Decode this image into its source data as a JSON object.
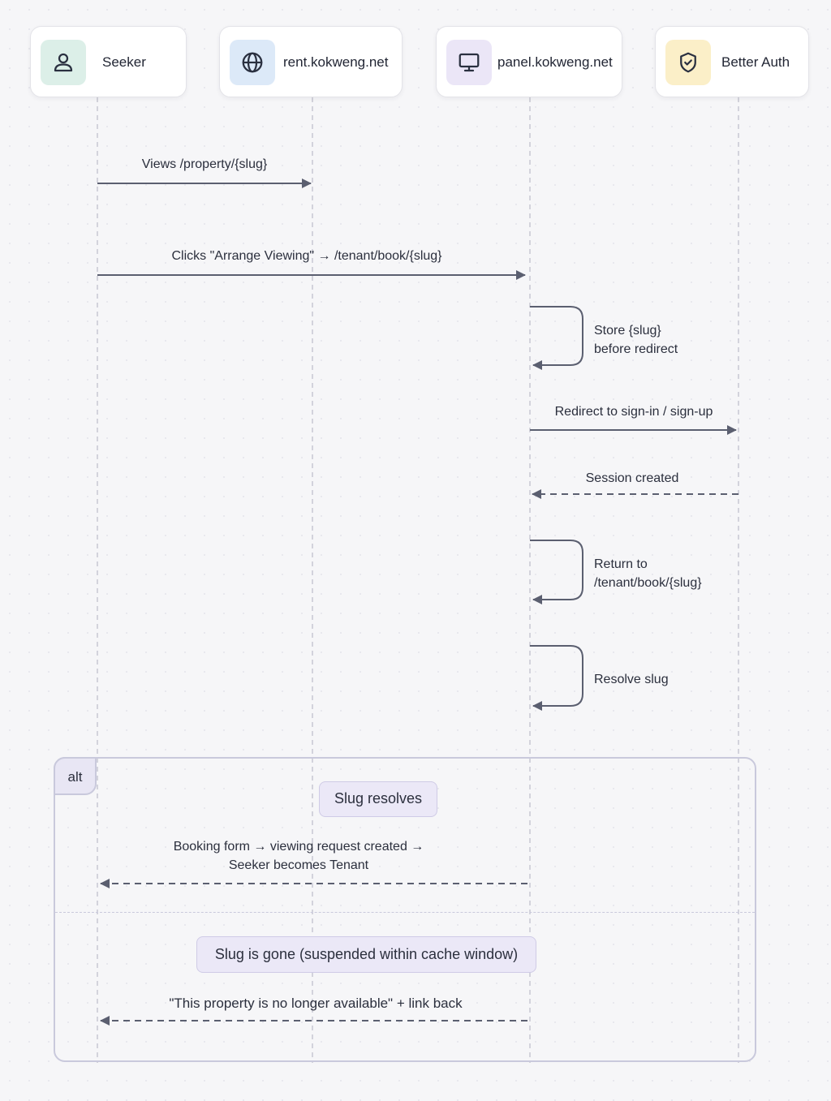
{
  "actors": [
    {
      "id": "seeker",
      "label": "Seeker",
      "icon": "user-icon",
      "icon_bg": "#dcefe8"
    },
    {
      "id": "rent",
      "label": "rent.kokweng.net",
      "icon": "globe-icon",
      "icon_bg": "#dce9f8"
    },
    {
      "id": "panel",
      "label": "panel.kokweng.net",
      "icon": "monitor-icon",
      "icon_bg": "#ebe6f7"
    },
    {
      "id": "auth",
      "label": "Better Auth",
      "icon": "shield-check-icon",
      "icon_bg": "#fbefc8"
    }
  ],
  "messages": [
    {
      "from": "Seeker",
      "to": "rent.kokweng.net",
      "text": "Views /property/{slug}",
      "style": "solid"
    },
    {
      "from": "Seeker",
      "to": "panel.kokweng.net",
      "text": "Clicks \"Arrange Viewing\" → /tenant/book/{slug}",
      "style": "solid"
    },
    {
      "from": "panel.kokweng.net",
      "to": "panel.kokweng.net",
      "text": "Store {slug}\nbefore redirect",
      "style": "self"
    },
    {
      "from": "panel.kokweng.net",
      "to": "Better Auth",
      "text": "Redirect to sign-in / sign-up",
      "style": "solid"
    },
    {
      "from": "Better Auth",
      "to": "panel.kokweng.net",
      "text": "Session created",
      "style": "dashed"
    },
    {
      "from": "panel.kokweng.net",
      "to": "panel.kokweng.net",
      "text": "Return to\n/tenant/book/{slug}",
      "style": "self"
    },
    {
      "from": "panel.kokweng.net",
      "to": "panel.kokweng.net",
      "text": "Resolve slug",
      "style": "self"
    }
  ],
  "alt": {
    "label": "alt",
    "branches": [
      {
        "guard": "Slug resolves",
        "message": {
          "from": "panel.kokweng.net",
          "to": "Seeker",
          "text": "Booking form → viewing request created →\nSeeker becomes Tenant",
          "style": "dashed"
        }
      },
      {
        "guard": "Slug is gone (suspended within cache window)",
        "message": {
          "from": "panel.kokweng.net",
          "to": "Seeker",
          "text": "\"This property is no longer available\" + link back",
          "style": "dashed"
        }
      }
    ]
  },
  "colors": {
    "line": "#5b5f70",
    "lifeline": "#c7c7d2",
    "frame": "#c9c9dc",
    "guard_bg": "#ebe8f7"
  }
}
